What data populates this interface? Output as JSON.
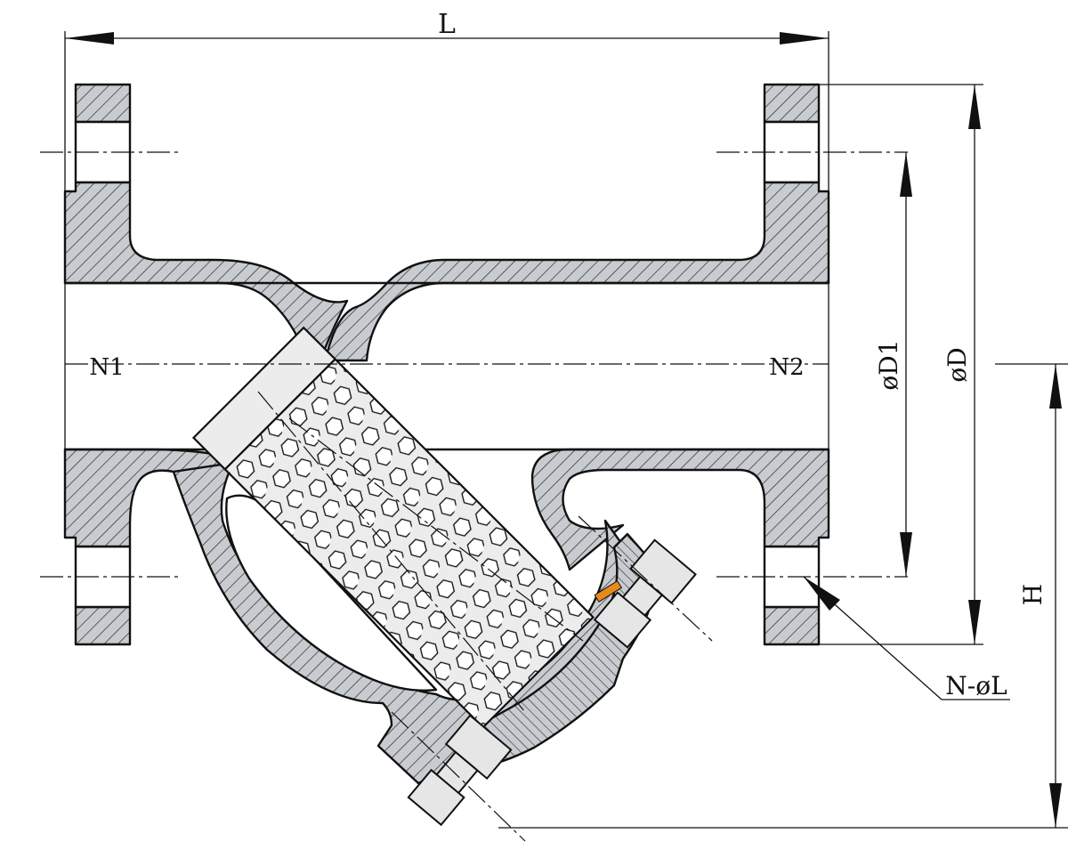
{
  "labels": {
    "length": "L",
    "height": "H",
    "flange_od": "øD",
    "bolt_circle": "øD1",
    "bolt_holes": "N-øL",
    "inlet": "N1",
    "outlet": "N2"
  },
  "colors": {
    "section_fill": "#c8ccd0",
    "hatch": "#2a2a2a",
    "screen_fill": "#ececec",
    "bolt_fill": "#e6e6e6",
    "gasket": "#e8891e",
    "line": "#111111"
  }
}
